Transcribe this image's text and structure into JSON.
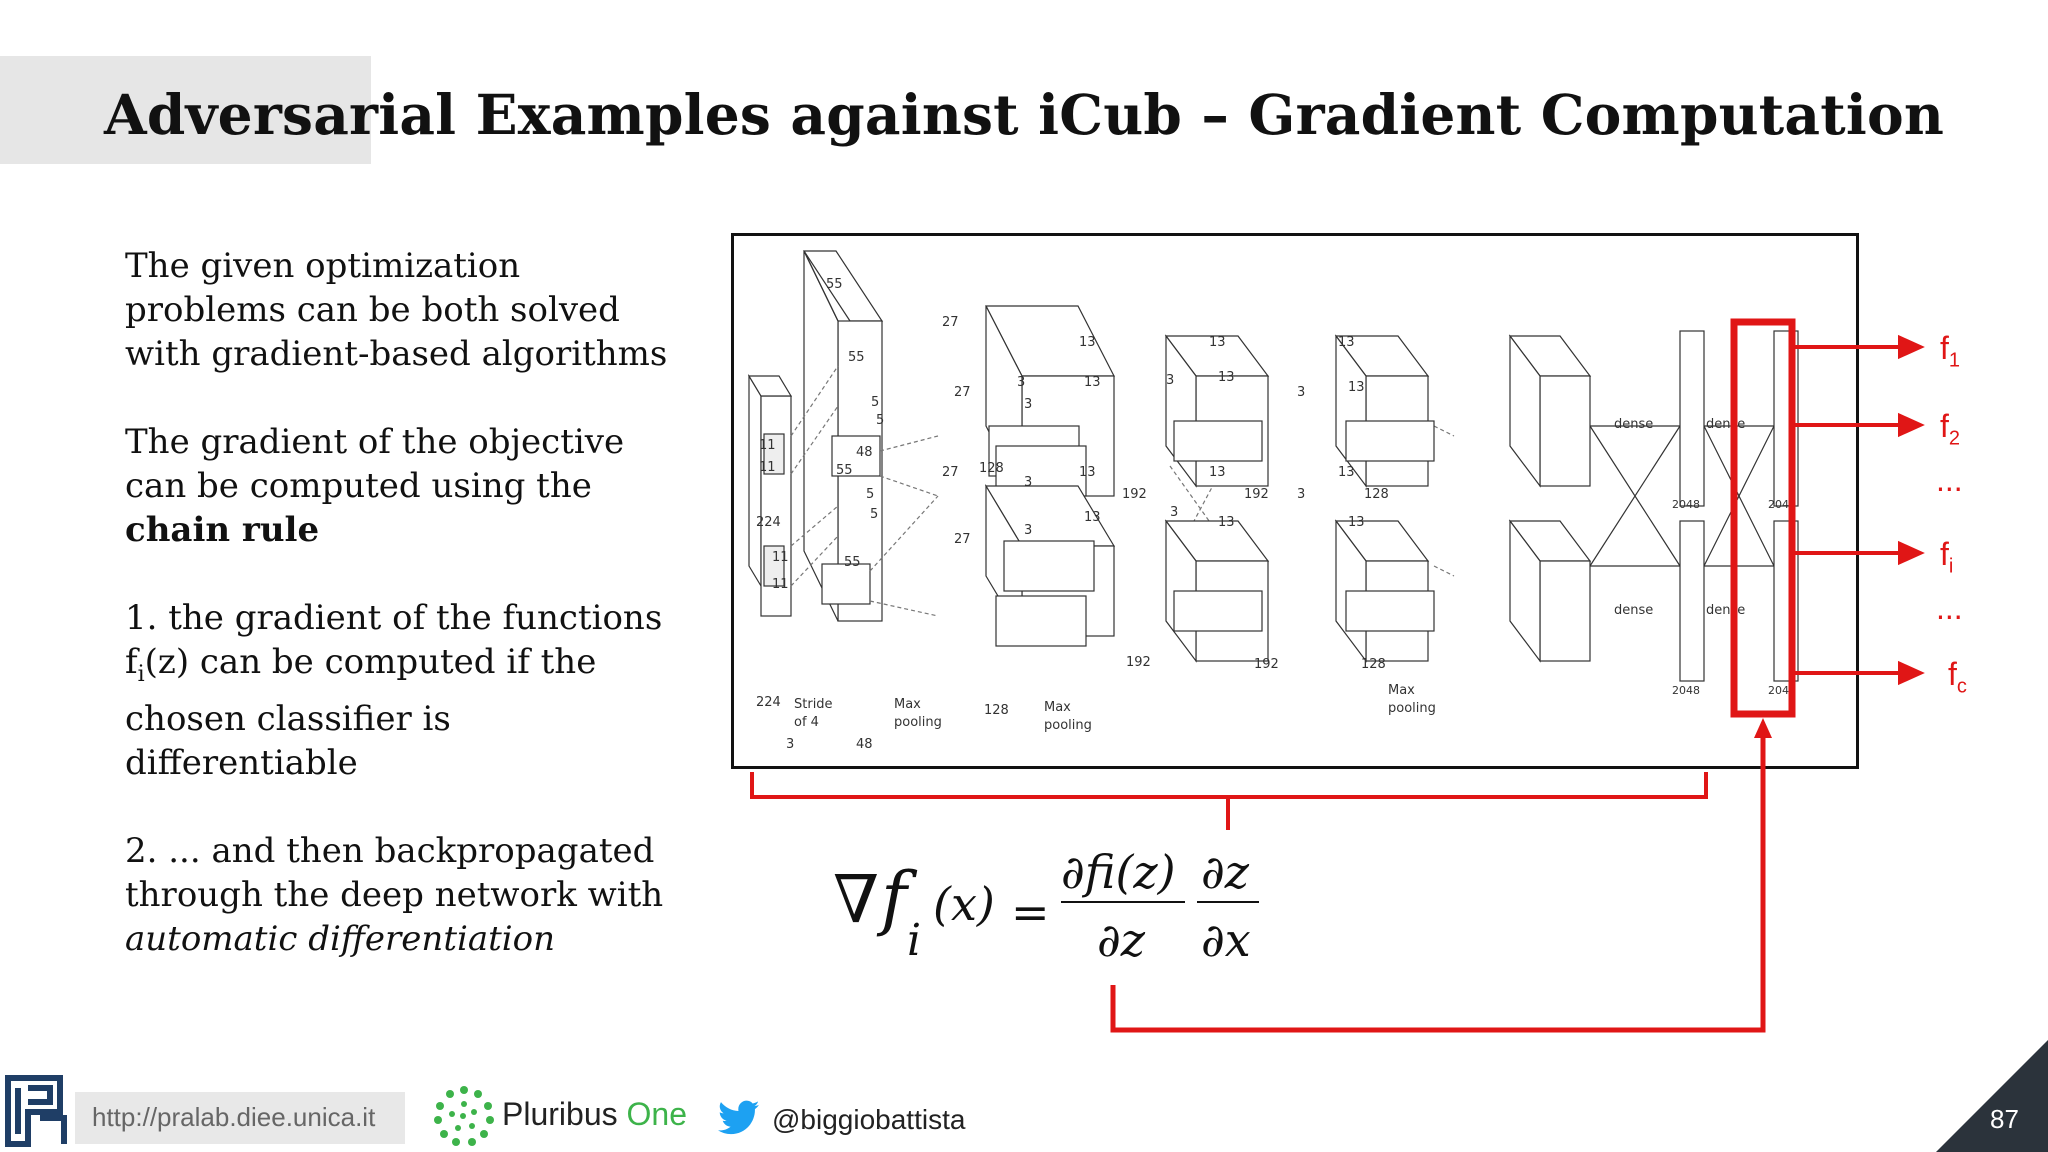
{
  "slide": {
    "title": "Adversarial Examples against iCub – Gradient Computation",
    "page_number": "87"
  },
  "body": {
    "p1": "The given optimization problems can be both solved with gradient-based algorithms",
    "p2_text": "The gradient of the objective can be computed using the",
    "p2_bold": "chain rule",
    "p3_prefix": "1. the gradient of the functions f",
    "p3_sub": "i",
    "p3_suffix": "(z) can be computed if the chosen classifier is differentiable",
    "p4_text": "2. ... and then backpropagated through the deep network with",
    "p4_italic": "automatic differentiation"
  },
  "diagram": {
    "labels": {
      "n224a": "224",
      "n224b": "224",
      "n3": "3",
      "n11a": "11",
      "n11b": "11",
      "n11c": "11",
      "n11d": "11",
      "stride": "Stride",
      "of4": "of 4",
      "n55a": "55",
      "n55b": "55",
      "n55c": "55",
      "n55d": "55",
      "n5a": "5",
      "n5b": "5",
      "n5c": "5",
      "n5d": "5",
      "n48a": "48",
      "n48b": "48",
      "n27a": "27",
      "n27b": "27",
      "n27c": "27",
      "n27d": "27",
      "n128a": "128",
      "n128b": "128",
      "mp1a": "Max",
      "mp1b": "pooling",
      "mp2a": "Max",
      "mp2b": "pooling",
      "mp3a": "Max",
      "mp3b": "pooling",
      "n13a": "13",
      "n13b": "13",
      "n13c": "13",
      "n13d": "13",
      "n13e": "13",
      "n13f": "13",
      "n13g": "13",
      "n13h": "13",
      "n13i": "13",
      "n13j": "13",
      "n13k": "13",
      "n13l": "13",
      "n3a": "3",
      "n3b": "3",
      "n3c": "3",
      "n3d": "3",
      "n3e": "3",
      "n3f": "3",
      "n3g": "3",
      "n3h": "3",
      "n192a": "192",
      "n192b": "192",
      "n192c": "192",
      "n192d": "192",
      "n128c": "128",
      "n128d": "128",
      "dense1": "dense",
      "dense2": "dense",
      "dense3": "dense",
      "dense4": "dense",
      "n2048a": "2048",
      "n2048b": "2048",
      "n2048c": "2048",
      "n2048d": "2048"
    },
    "outputs": {
      "f1_base": "f",
      "f1_sub": "1",
      "f2_base": "f",
      "f2_sub": "2",
      "dots1": "...",
      "fi_base": "f",
      "fi_sub": "i",
      "dots2": "...",
      "fc_base": "f",
      "fc_sub": "c"
    },
    "highlight_color": "#e01616"
  },
  "formula": {
    "nabla": "∇",
    "f": "f",
    "i": "i",
    "x_arg": "(x)",
    "equals": "=",
    "num1": "∂fi(z)",
    "den1": "∂z",
    "num2": "∂z",
    "den2": "∂x"
  },
  "footer": {
    "url": "http://pralab.diee.unica.it",
    "pluribus": "Pluribus",
    "one": "One",
    "twitter": "@biggiobattista"
  }
}
